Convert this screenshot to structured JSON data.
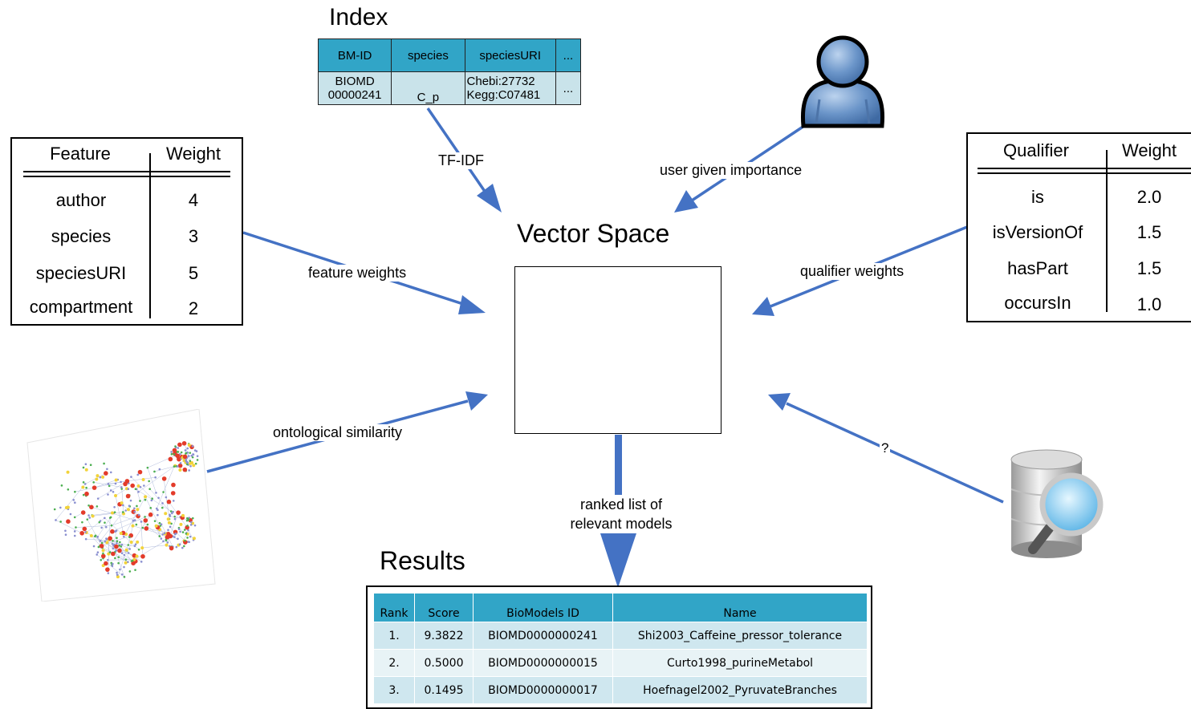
{
  "index": {
    "title": "Index",
    "headers": [
      "BM-ID",
      "species",
      "speciesURI",
      "..."
    ],
    "row": {
      "bm_id_line1": "BIOMD",
      "bm_id_line2": "00000241",
      "species": "C_p",
      "uri_line1": "Chebi:27732",
      "uri_line2": "Kegg:C07481",
      "more": "..."
    }
  },
  "feature_table": {
    "headers": [
      "Feature",
      "Weight"
    ],
    "rows": [
      {
        "name": "author",
        "weight": "4"
      },
      {
        "name": "species",
        "weight": "3"
      },
      {
        "name": "speciesURI",
        "weight": "5"
      },
      {
        "name": "compartment",
        "weight": "2"
      }
    ]
  },
  "qualifier_table": {
    "headers": [
      "Qualifier",
      "Weight"
    ],
    "rows": [
      {
        "name": "is",
        "weight": "2.0"
      },
      {
        "name": "isVersionOf",
        "weight": "1.5"
      },
      {
        "name": "hasPart",
        "weight": "1.5"
      },
      {
        "name": "occursIn",
        "weight": "1.0"
      }
    ]
  },
  "vector_space": {
    "title": "Vector Space"
  },
  "labels": {
    "tfidf": "TF-IDF",
    "user": "user given importance",
    "feature_weights": "feature weights",
    "qualifier_weights": "qualifier weights",
    "ontological": "ontological similarity",
    "question": "?",
    "ranked_line1": "ranked list of",
    "ranked_line2": "relevant models"
  },
  "results": {
    "title": "Results",
    "headers": [
      "Rank",
      "Score",
      "BioModels ID",
      "Name"
    ],
    "rows": [
      {
        "rank": "1.",
        "score": "9.3822",
        "id": "BIOMD0000000241",
        "name": "Shi2003_Caffeine_pressor_tolerance"
      },
      {
        "rank": "2.",
        "score": "0.5000",
        "id": "BIOMD0000000015",
        "name": "Curto1998_purineMetabol"
      },
      {
        "rank": "3.",
        "score": "0.1495",
        "id": "BIOMD0000000017",
        "name": "Hoefnagel2002_PyruvateBranches"
      }
    ]
  },
  "icons": {
    "user": "user-icon",
    "database": "database-search-icon",
    "network": "ontology-network-image"
  },
  "colors": {
    "arrow": "#4472c4",
    "table_header": "#31a5c7",
    "table_row": "#c9e3ea"
  }
}
